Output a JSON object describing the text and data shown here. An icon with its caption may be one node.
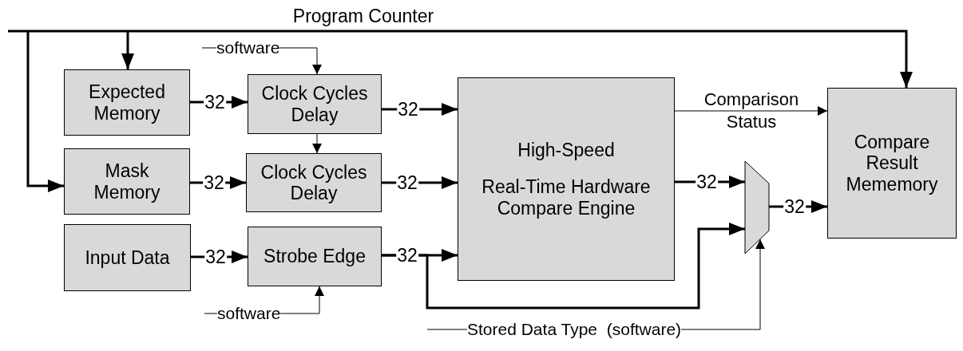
{
  "diagram": {
    "nodes": [
      {
        "text": [
          "Expected Memory"
        ]
      },
      {
        "text": [
          "Clock Cycles Delay"
        ]
      },
      {
        "text": [
          "Mask Memory"
        ]
      },
      {
        "text": [
          "Clock Cycles Delay"
        ]
      },
      {
        "text": [
          "Input Data"
        ]
      },
      {
        "text": [
          "Strobe Edge"
        ]
      },
      {
        "text": [
          "High-Speed",
          "Real-Time Hardware Compare Engine"
        ]
      },
      {
        "text": [],
        "shape": "trapezoid"
      },
      {
        "text": [
          "Compare Result Mememory"
        ]
      },
      {
        "text": [
          "software"
        ]
      },
      {
        "text": [
          "software"
        ]
      },
      {
        "text": [
          "Stored Data Type  (software)"
        ]
      }
    ],
    "edges": [
      {
        "from": null,
        "to": 0,
        "arrow": "to"
      },
      {
        "from": null,
        "to": 2,
        "arrow": "to"
      },
      {
        "from": null,
        "to": 8,
        "arrow": "to",
        "label": "Program Counter"
      },
      {
        "from": 0,
        "to": 1,
        "arrow": "to",
        "label": "32"
      },
      {
        "from": 1,
        "to": 6,
        "arrow": "to",
        "label": "32"
      },
      {
        "from": 1,
        "to": 3,
        "arrow": "to"
      },
      {
        "from": 2,
        "to": 3,
        "arrow": "to",
        "label": "32"
      },
      {
        "from": 3,
        "to": 6,
        "arrow": "to",
        "label": "32"
      },
      {
        "from": 4,
        "to": 5,
        "arrow": "to",
        "label": "32"
      },
      {
        "from": 5,
        "to": 6,
        "arrow": "to",
        "label": "32"
      },
      {
        "from": 5,
        "to": 7,
        "arrow": "to"
      },
      {
        "from": 6,
        "to": 8,
        "arrow": "to",
        "label": "Comparison Status"
      },
      {
        "from": 6,
        "to": 7,
        "arrow": "to",
        "label": "32"
      },
      {
        "from": 7,
        "to": 8,
        "arrow": "to",
        "label": "32"
      },
      {
        "from": 9,
        "to": 1,
        "arrow": "to"
      },
      {
        "from": 10,
        "to": 5,
        "arrow": "to"
      },
      {
        "from": 11,
        "to": 7,
        "arrow": "to"
      }
    ]
  }
}
